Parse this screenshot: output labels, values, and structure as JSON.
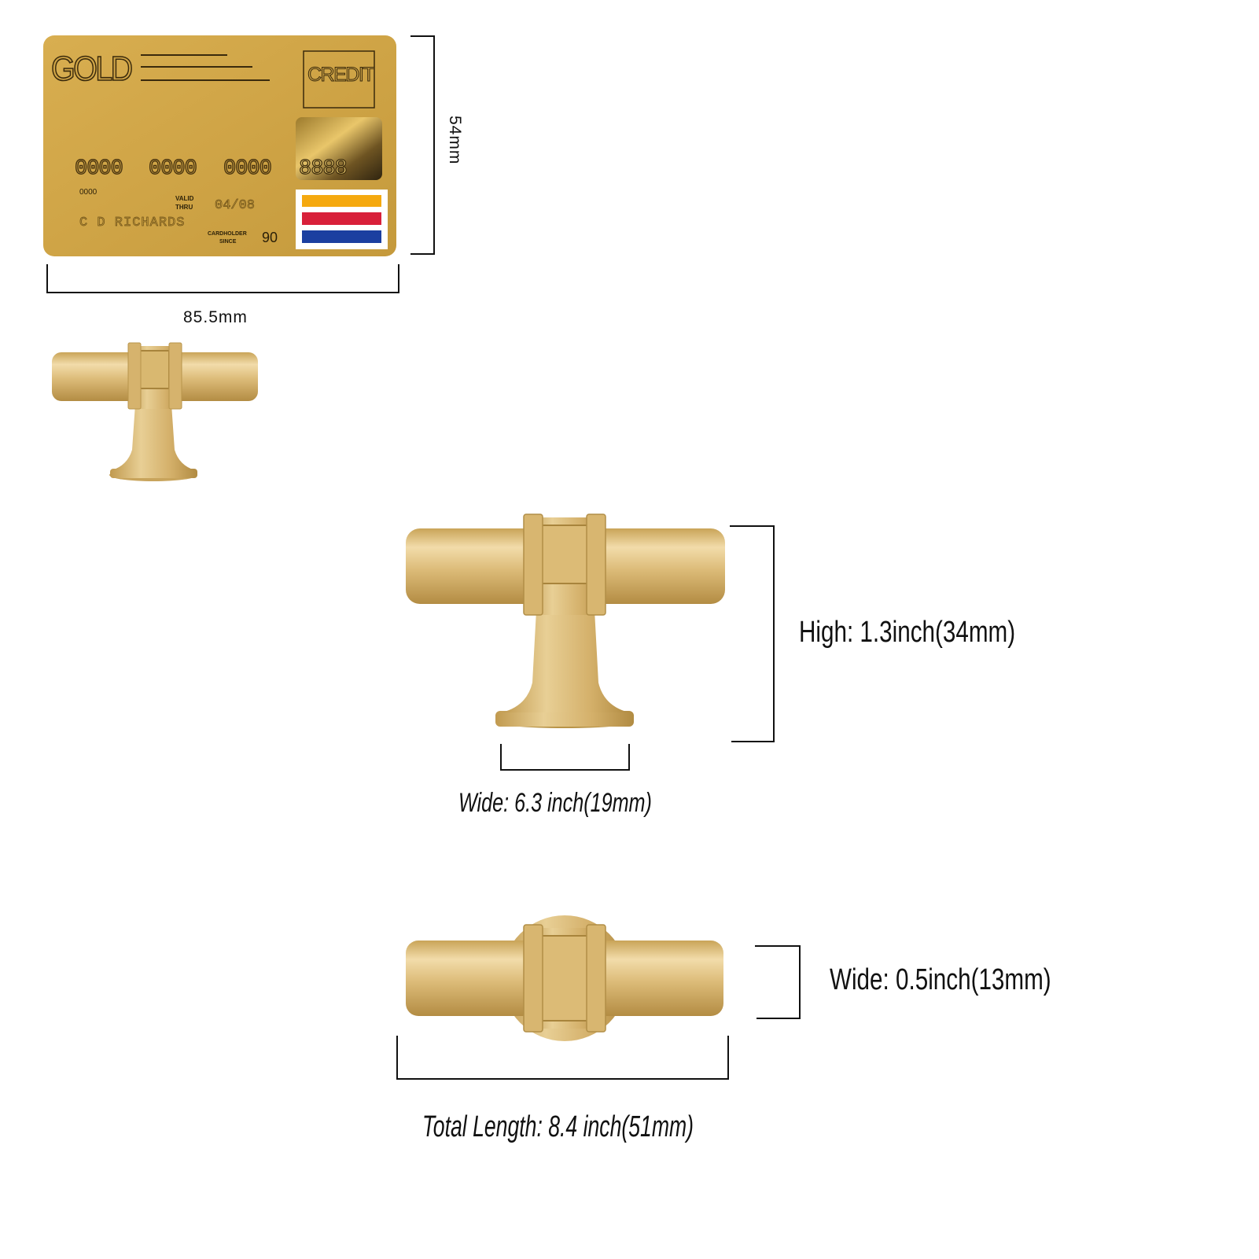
{
  "card": {
    "brand": "GOLD",
    "type_label": "CREDIT",
    "number_groups": [
      "0000",
      "0000",
      "0000",
      "8888"
    ],
    "small_number": "0000",
    "valid_thru_label_1": "VALID",
    "valid_thru_label_2": "THRU",
    "valid_date": "04/08",
    "holder_name": "C D RICHARDS",
    "holder_since_label_1": "CARDHOLDER",
    "holder_since_label_2": "SINCE",
    "holder_since_value": "90",
    "stripe_colors": [
      "#f5a90f",
      "#d8203a",
      "#1b3fa0"
    ]
  },
  "dimensions": {
    "card_height": "54mm",
    "card_width": "85.5mm",
    "knob_high": "High: 1.3inch(34mm)",
    "knob_wide": "Wide: 6.3 inch(19mm)",
    "bar_wide": "Wide: 0.5inch(13mm)",
    "total_length": "Total Length: 8.4 inch(51mm)"
  },
  "colors": {
    "gold_light": "#ecd49a",
    "gold_mid": "#d9b66f",
    "gold_dark": "#b48f45",
    "card_gold": "#cfa446",
    "line": "#111111"
  }
}
